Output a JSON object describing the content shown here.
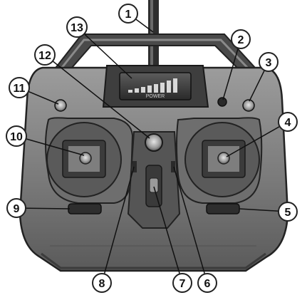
{
  "diagram": {
    "callouts": [
      {
        "number": "1"
      },
      {
        "number": "2"
      },
      {
        "number": "3"
      },
      {
        "number": "4"
      },
      {
        "number": "5"
      },
      {
        "number": "6"
      },
      {
        "number": "7"
      },
      {
        "number": "8"
      },
      {
        "number": "9"
      },
      {
        "number": "10"
      },
      {
        "number": "11"
      },
      {
        "number": "12"
      },
      {
        "number": "13"
      }
    ],
    "display": {
      "brand_text": "POWER"
    },
    "colors": {
      "body": "#7d7d7d",
      "body_dark": "#3a3a3a",
      "body_light": "#a8a8a8",
      "outline": "#222222",
      "callout_fill": "#ffffff"
    }
  }
}
